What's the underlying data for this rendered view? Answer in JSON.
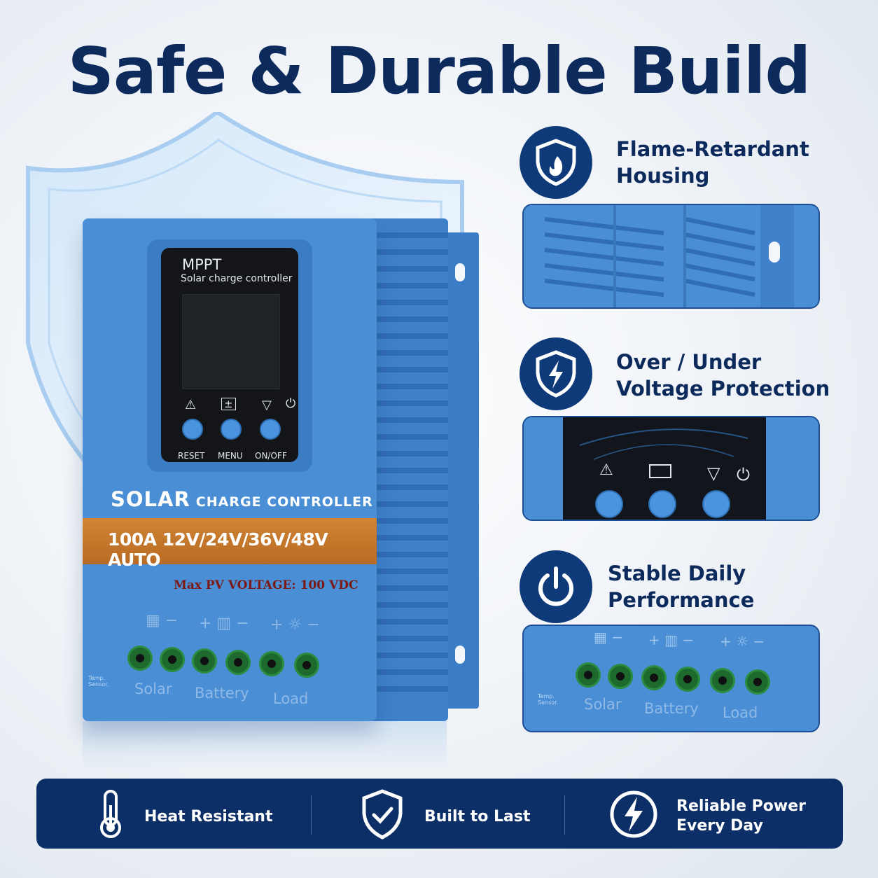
{
  "title": "Safe & Durable Build",
  "device": {
    "screen_title": "MPPT",
    "screen_subtitle": "Solar charge controller",
    "buttons": [
      "RESET",
      "MENU",
      "ON/OFF"
    ],
    "brand_word": "SOLAR",
    "brand_rest": "CHARGE CONTROLLER",
    "rating": "100A 12V/24V/36V/48V AUTO",
    "max_pv": "Max PV VOLTAGE: 100 VDC",
    "terminals": [
      "Solar",
      "Battery",
      "Load"
    ],
    "temp_sensor": "Temp. Sensor."
  },
  "features": [
    {
      "icon": "flame-shield-icon",
      "title_l1": "Flame-Retardant",
      "title_l2": "Housing"
    },
    {
      "icon": "lightning-shield-icon",
      "title_l1": "Over / Under",
      "title_l2": "Voltage Protection"
    },
    {
      "icon": "power-icon",
      "title_l1": "Stable Daily",
      "title_l2": "Performance"
    }
  ],
  "panel3": {
    "terminals": [
      "Solar",
      "Battery",
      "Load"
    ],
    "temp_sensor": "Temp. Sensor."
  },
  "bottom_bar": [
    {
      "icon": "thermometer-icon",
      "label": "Heat Resistant"
    },
    {
      "icon": "shield-check-icon",
      "label": "Built to Last"
    },
    {
      "icon": "lightning-circle-icon",
      "label_l1": "Reliable Power",
      "label_l2": "Every Day"
    }
  ],
  "colors": {
    "navy": "#0d2f68",
    "device_blue": "#4a8fd6",
    "orange": "#c47a2c"
  }
}
